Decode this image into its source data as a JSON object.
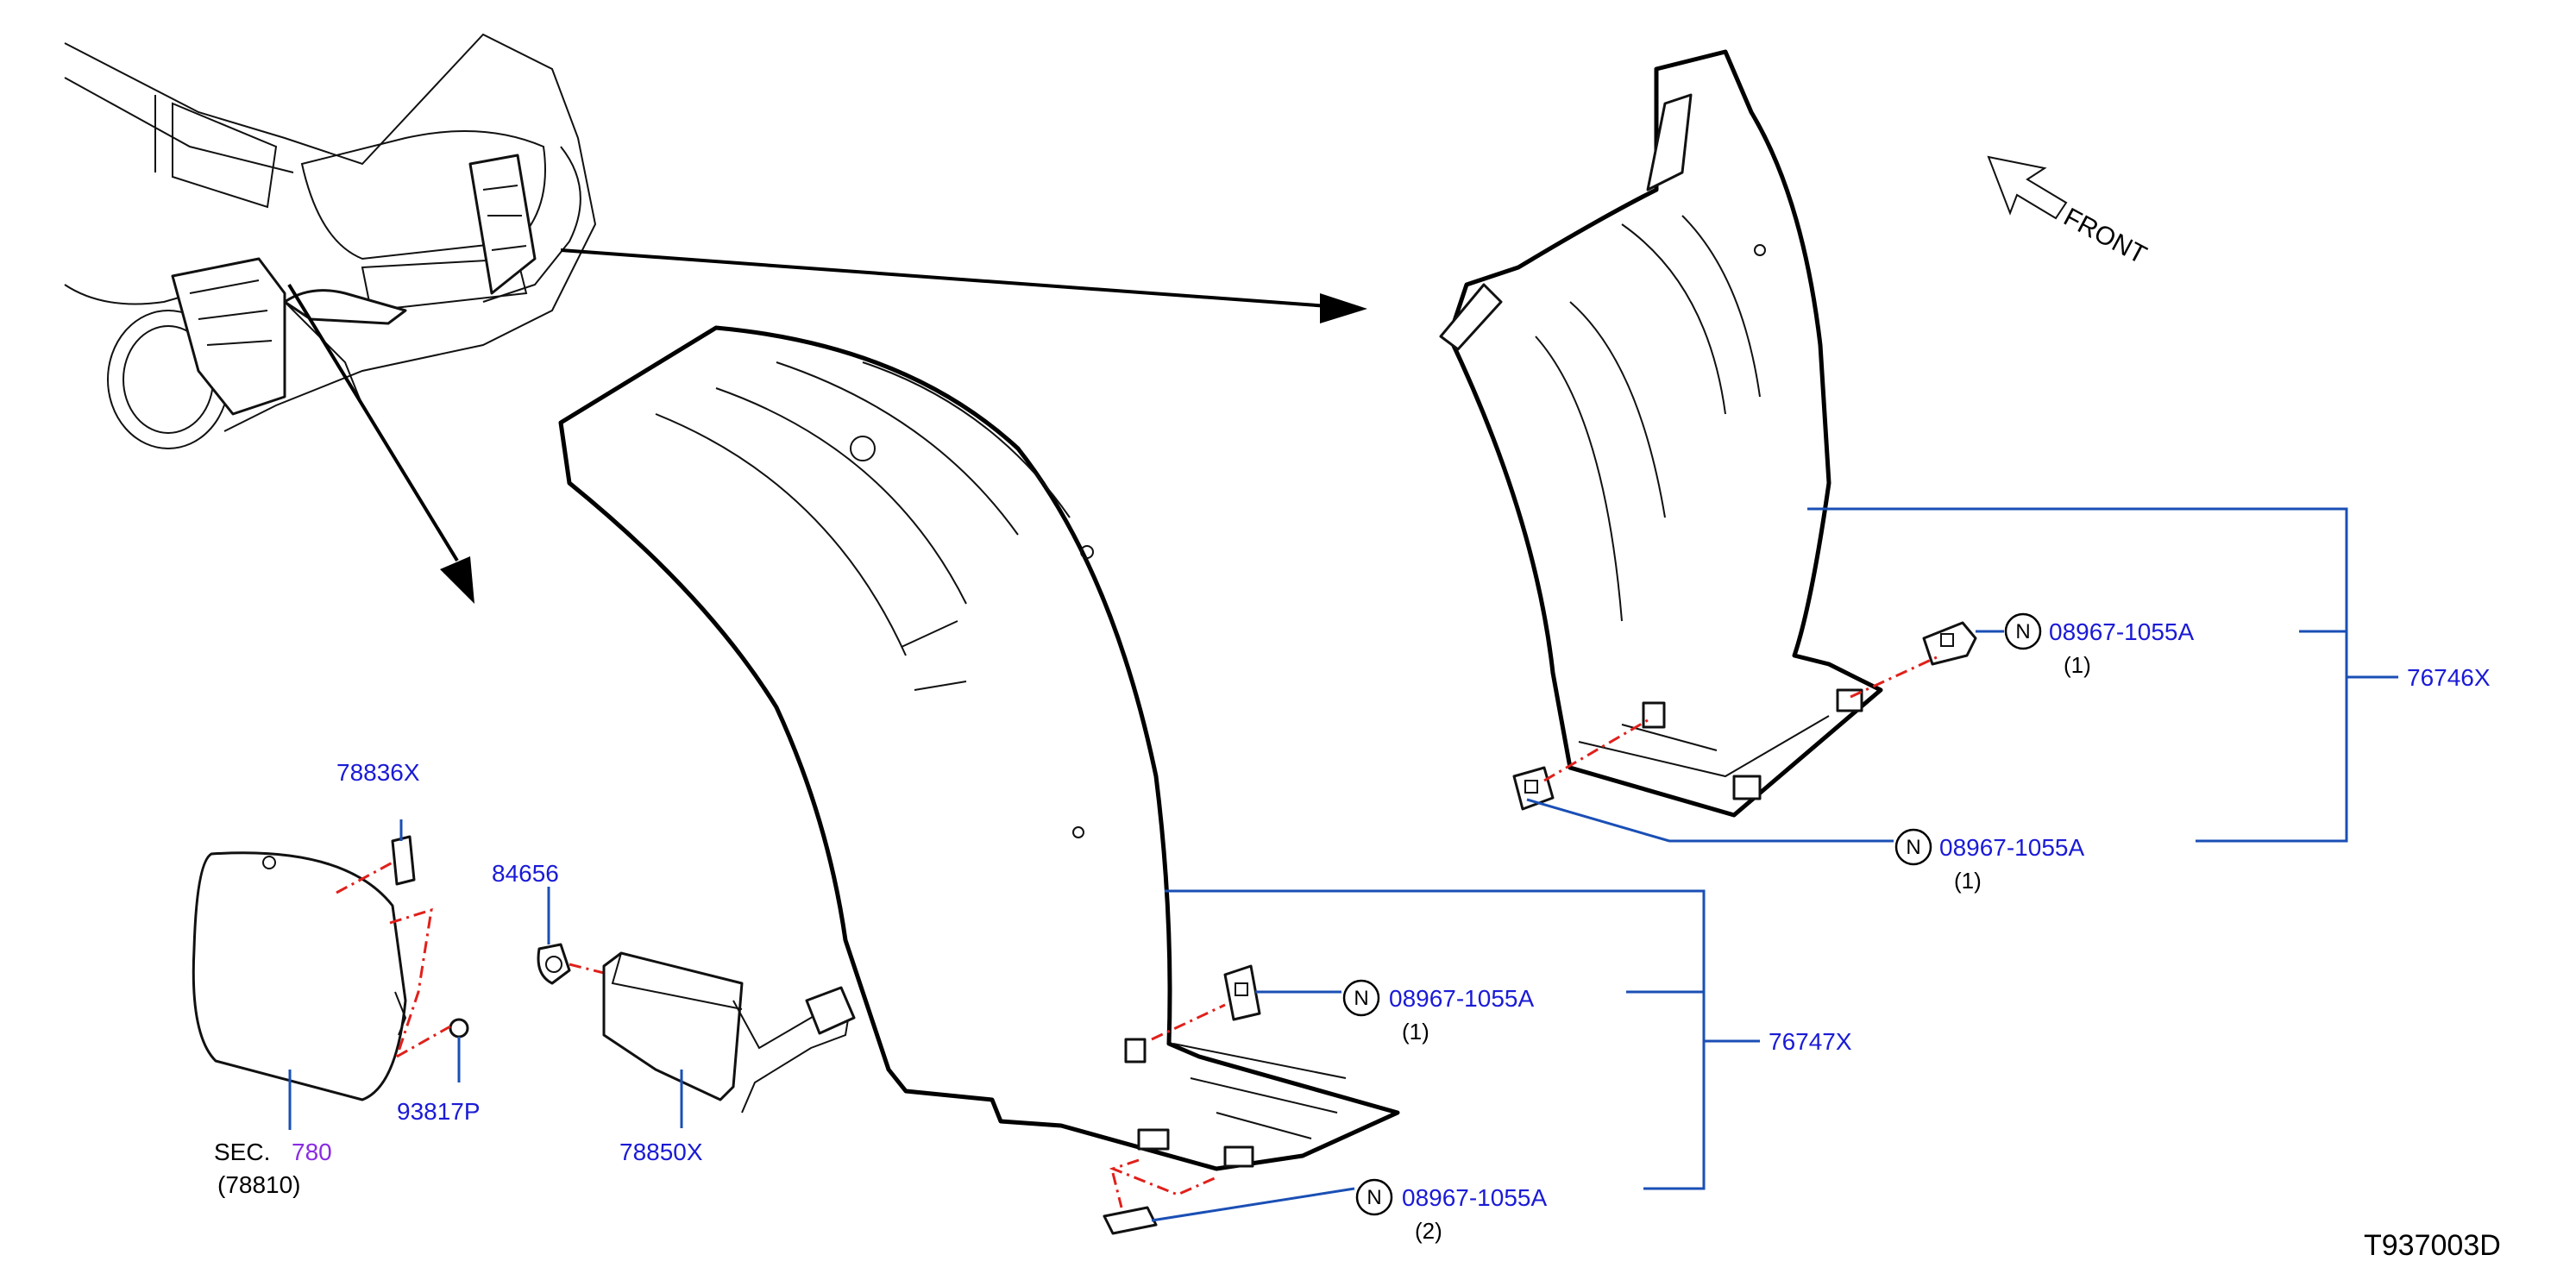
{
  "colors": {
    "part_number": "#1a1ad6",
    "leader_line": "#1a4fb5",
    "dashed_assembly_line": "#e0201b",
    "section_reference": "#8a2be2",
    "drawing": "#000000"
  },
  "icons": {
    "notice_marker": "circled-letter-n",
    "front_direction": "outlined-arrow"
  },
  "orientation": {
    "front_label": "FRONT"
  },
  "notice_marker_letter": "N",
  "parts": {
    "fender_protector_upper": {
      "number": "76746X"
    },
    "fender_protector_lower": {
      "number": "76747X"
    },
    "clip_right_top": {
      "number": "08967-1055A",
      "qty": "(1)"
    },
    "clip_right_bottom": {
      "number": "08967-1055A",
      "qty": "(1)"
    },
    "clip_mid": {
      "number": "08967-1055A",
      "qty": "(1)"
    },
    "clip_bottom": {
      "number": "08967-1055A",
      "qty": "(2)"
    },
    "filler_bracket": {
      "number": "78836X"
    },
    "grommet": {
      "number": "84656"
    },
    "fuel_box": {
      "number": "78850X"
    },
    "screw": {
      "number": "93817P"
    }
  },
  "section_ref": {
    "prefix": "SEC.",
    "number": "780",
    "sub": "(78810)"
  },
  "diagram_code": "T937003D"
}
